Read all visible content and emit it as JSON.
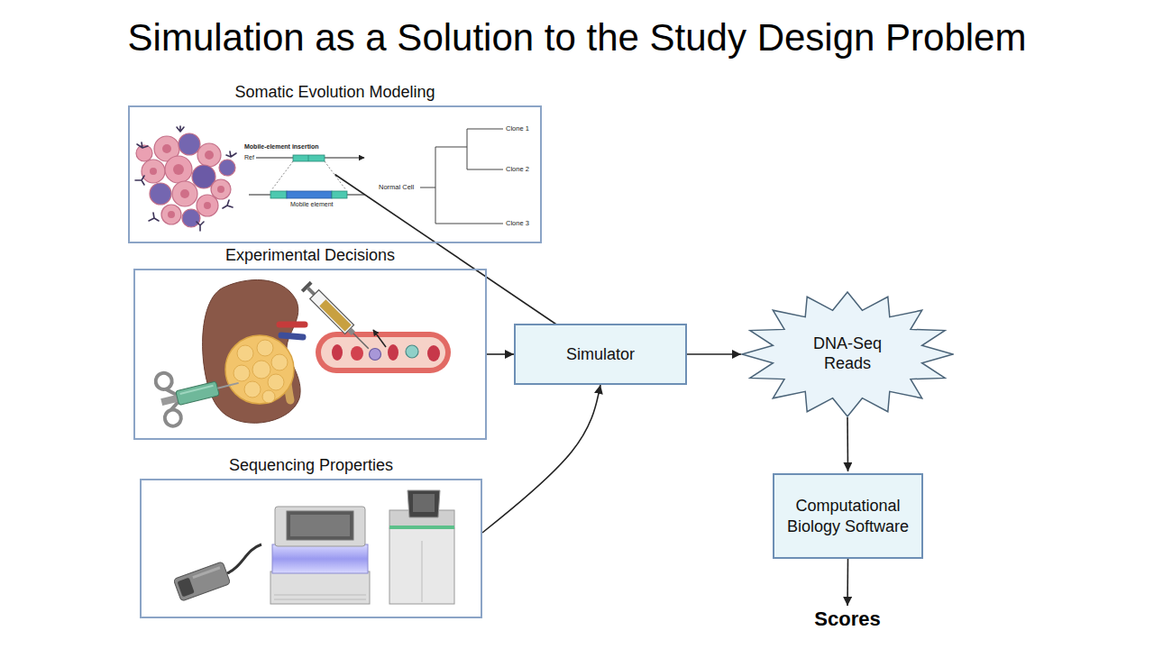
{
  "diagram": {
    "title": "Simulation as a Solution to the Study Design Problem",
    "nodes": [
      {
        "text": [
          "Somatic Evolution Modeling"
        ]
      },
      {
        "text": [
          "Experimental Decisions"
        ]
      },
      {
        "text": [
          "Sequencing Properties"
        ]
      },
      {
        "text": [
          "Simulator"
        ]
      },
      {
        "text": [
          "DNA-Seq Reads"
        ]
      },
      {
        "text": [
          "Computational Biology Software"
        ]
      },
      {
        "text": [
          "Scores"
        ]
      }
    ],
    "edges": [
      {
        "from": 0,
        "to": 3,
        "arrow": "to"
      },
      {
        "from": 1,
        "to": 3,
        "arrow": "to"
      },
      {
        "from": 2,
        "to": 3,
        "arrow": "to"
      },
      {
        "from": 3,
        "to": 4,
        "arrow": "to"
      },
      {
        "from": 4,
        "to": 5,
        "arrow": "to"
      },
      {
        "from": 5,
        "to": 6,
        "arrow": "to"
      }
    ],
    "labels": [
      "Mobile-element insertion",
      "Ref",
      "Mobile element",
      "Normal Cell",
      "Clone 1",
      "Clone 2",
      "Clone 3"
    ]
  }
}
